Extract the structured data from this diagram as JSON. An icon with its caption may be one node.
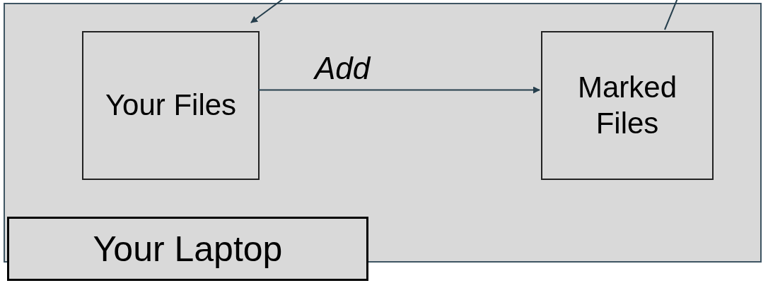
{
  "diagram": {
    "nodes": [
      {
        "text": [],
        "shape": "box"
      },
      {
        "text": [
          "Your Laptop"
        ]
      },
      {
        "text": [
          "Your Files"
        ],
        "in": 0
      },
      {
        "text": [
          "Marked Files"
        ],
        "in": 0
      }
    ],
    "edges": [
      {
        "from": 2,
        "to": 3,
        "label": "Add",
        "arrow": "to"
      },
      {
        "from": null,
        "to": 2,
        "arrow": "to"
      },
      {
        "from": null,
        "to": 3,
        "arrow": "none"
      }
    ]
  }
}
